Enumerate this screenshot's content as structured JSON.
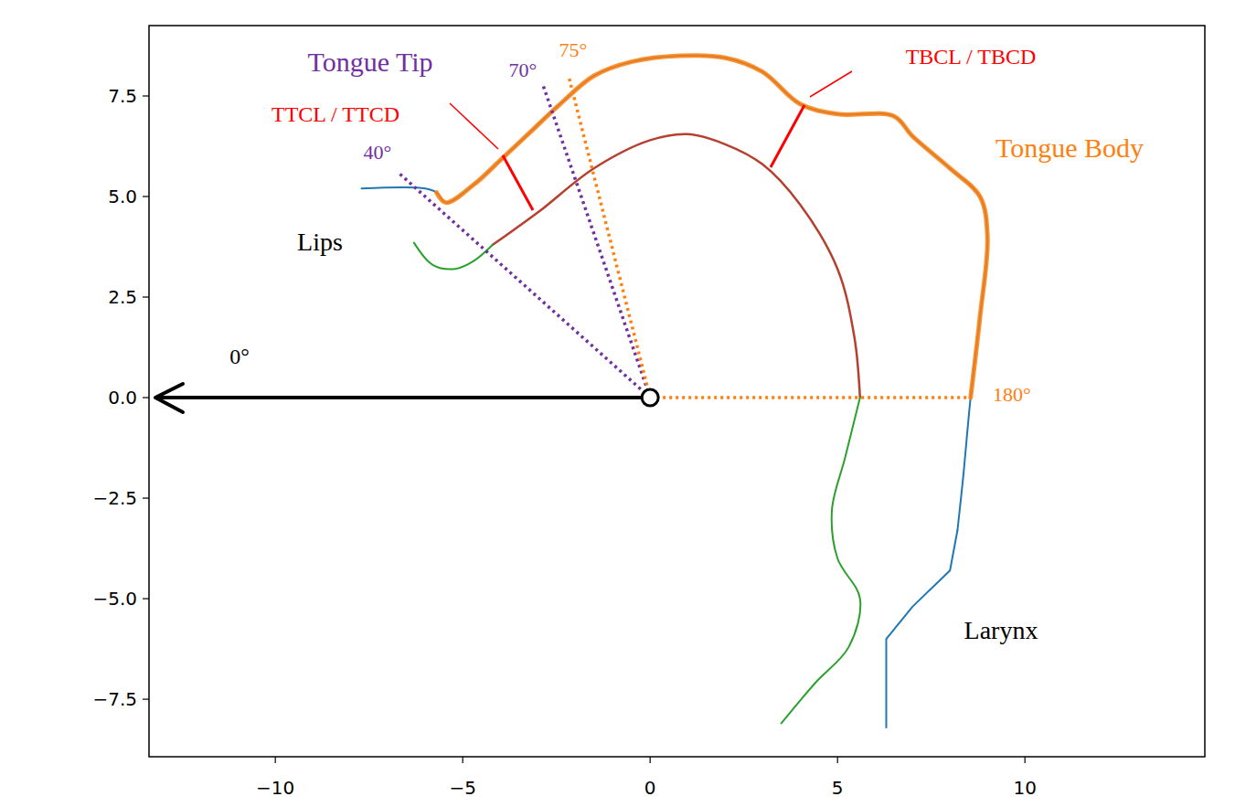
{
  "diagram": {
    "labels": [
      "Tongue Tip",
      "70°",
      "75°",
      "TBCL / TBCD",
      "TTCL / TTCD",
      "Tongue Body",
      "40°",
      "Lips",
      "0°",
      "180°",
      "Larynx",
      "7.5",
      "5.0",
      "2.5",
      "0.0",
      "−2.5",
      "−5.0",
      "−7.5",
      "−10",
      "−5",
      "0",
      "5",
      "10"
    ]
  }
}
